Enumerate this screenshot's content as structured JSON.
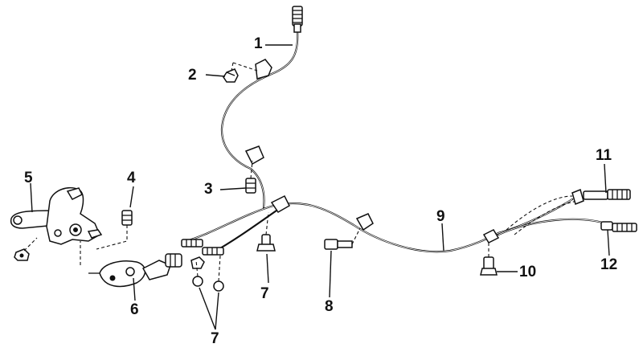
{
  "diagram": {
    "callouts": [
      {
        "id": "c1",
        "label": "1"
      },
      {
        "id": "c2",
        "label": "2"
      },
      {
        "id": "c3",
        "label": "3"
      },
      {
        "id": "c4",
        "label": "4"
      },
      {
        "id": "c5",
        "label": "5"
      },
      {
        "id": "c6",
        "label": "6"
      },
      {
        "id": "c7a",
        "label": "7"
      },
      {
        "id": "c7b",
        "label": "7"
      },
      {
        "id": "c8",
        "label": "8"
      },
      {
        "id": "c9",
        "label": "9"
      },
      {
        "id": "c10",
        "label": "10"
      },
      {
        "id": "c11",
        "label": "11"
      },
      {
        "id": "c12",
        "label": "12"
      }
    ]
  }
}
